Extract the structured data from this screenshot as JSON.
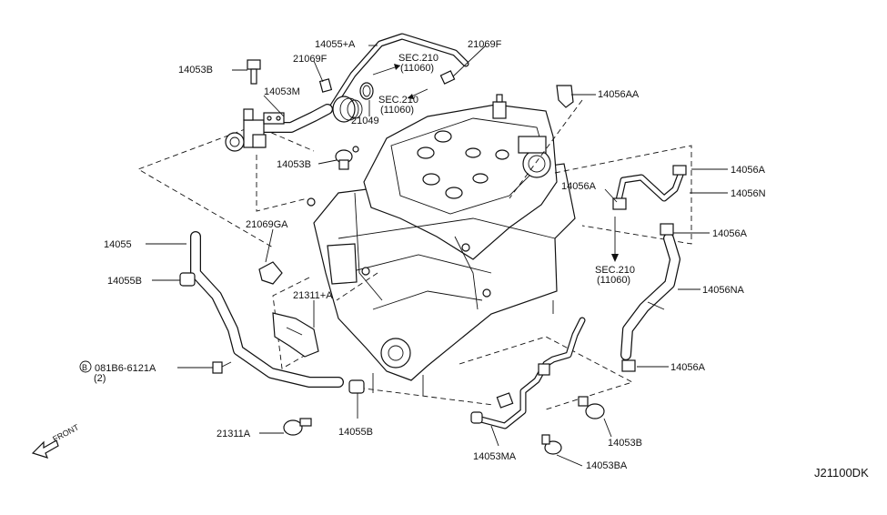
{
  "labels": {
    "l14055pa": "14055+A",
    "l21069f_top": "21069F",
    "l21069f_left": "21069F",
    "l14053b_top": "14053B",
    "l14053m": "14053M",
    "sec210_a_1": "SEC.210",
    "sec210_a_2": "(11060)",
    "sec210_b_1": "SEC.210",
    "sec210_b_2": "(11060)",
    "l21049": "21049",
    "l14056aa": "14056AA",
    "l14053b_mid": "14053B",
    "l14056a_r1": "14056A",
    "l14056a_l": "14056A",
    "l14056n": "14056N",
    "l21069ga": "21069GA",
    "l14056a_r2": "14056A",
    "l14055": "14055",
    "sec210_c_1": "SEC.210",
    "sec210_c_2": "(11060)",
    "l14055b_left": "14055B",
    "l21311pa": "21311+A",
    "l14056na": "14056NA",
    "bolt_circle": "B",
    "bolt_num": "081B6-6121A",
    "bolt_qty": "(2)",
    "l14056a_r3": "14056A",
    "l21311a": "21311A",
    "l14055b_bot": "14055B",
    "l14053b_bot": "14053B",
    "l14053ma": "14053MA",
    "l14053ba": "14053BA",
    "front": "FRONT",
    "diagram_code": "J21100DK"
  }
}
